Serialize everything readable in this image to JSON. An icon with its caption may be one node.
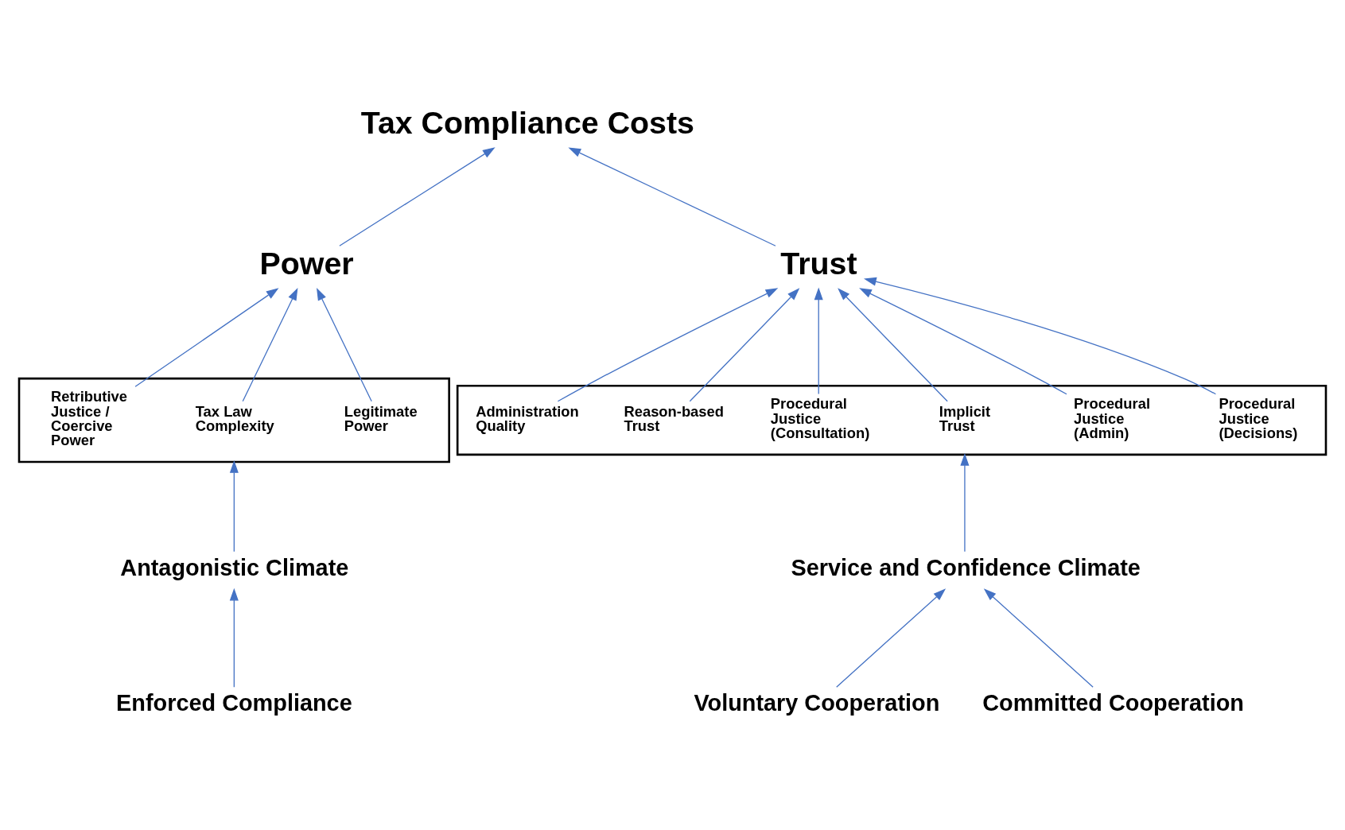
{
  "diagram": {
    "nodes": [
      {
        "text": [
          "Tax Compliance Costs"
        ]
      },
      {
        "text": [
          "Power"
        ]
      },
      {
        "text": [
          "Trust"
        ]
      },
      {
        "text": [],
        "shape": "box"
      },
      {
        "text": [
          "Retributive Justice / Coercive Power"
        ],
        "in": 3
      },
      {
        "text": [
          "Tax Law Complexity"
        ],
        "in": 3
      },
      {
        "text": [
          "Legitimate Power"
        ],
        "in": 3
      },
      {
        "text": [],
        "shape": "box"
      },
      {
        "text": [
          "Administration Quality"
        ],
        "in": 7
      },
      {
        "text": [
          "Reason-based Trust"
        ],
        "in": 7
      },
      {
        "text": [
          "Procedural Justice (Consultation)"
        ],
        "in": 7
      },
      {
        "text": [
          "Implicit Trust"
        ],
        "in": 7
      },
      {
        "text": [
          "Procedural Justice (Admin)"
        ],
        "in": 7
      },
      {
        "text": [
          "Procedural Justice (Decisions)"
        ],
        "in": 7
      },
      {
        "text": [
          "Antagonistic Climate"
        ]
      },
      {
        "text": [
          "Service and Confidence Climate"
        ]
      },
      {
        "text": [
          "Enforced Compliance"
        ]
      },
      {
        "text": [
          "Voluntary Cooperation"
        ]
      },
      {
        "text": [
          "Committed Cooperation"
        ]
      }
    ],
    "edges": [
      {
        "from": 1,
        "to": 0,
        "arrow": "to"
      },
      {
        "from": 2,
        "to": 0,
        "arrow": "to"
      },
      {
        "from": 4,
        "to": 1,
        "arrow": "to"
      },
      {
        "from": 5,
        "to": 1,
        "arrow": "to"
      },
      {
        "from": 6,
        "to": 1,
        "arrow": "to"
      },
      {
        "from": 8,
        "to": 2,
        "arrow": "to"
      },
      {
        "from": 9,
        "to": 2,
        "arrow": "to"
      },
      {
        "from": 10,
        "to": 2,
        "arrow": "to"
      },
      {
        "from": 11,
        "to": 2,
        "arrow": "to"
      },
      {
        "from": 12,
        "to": 2,
        "arrow": "to"
      },
      {
        "from": 13,
        "to": 2,
        "arrow": "to"
      },
      {
        "from": 14,
        "to": 3,
        "arrow": "to"
      },
      {
        "from": 15,
        "to": 7,
        "arrow": "to"
      },
      {
        "from": 16,
        "to": 14,
        "arrow": "to"
      },
      {
        "from": 17,
        "to": 15,
        "arrow": "to"
      },
      {
        "from": 18,
        "to": 15,
        "arrow": "to"
      }
    ]
  }
}
